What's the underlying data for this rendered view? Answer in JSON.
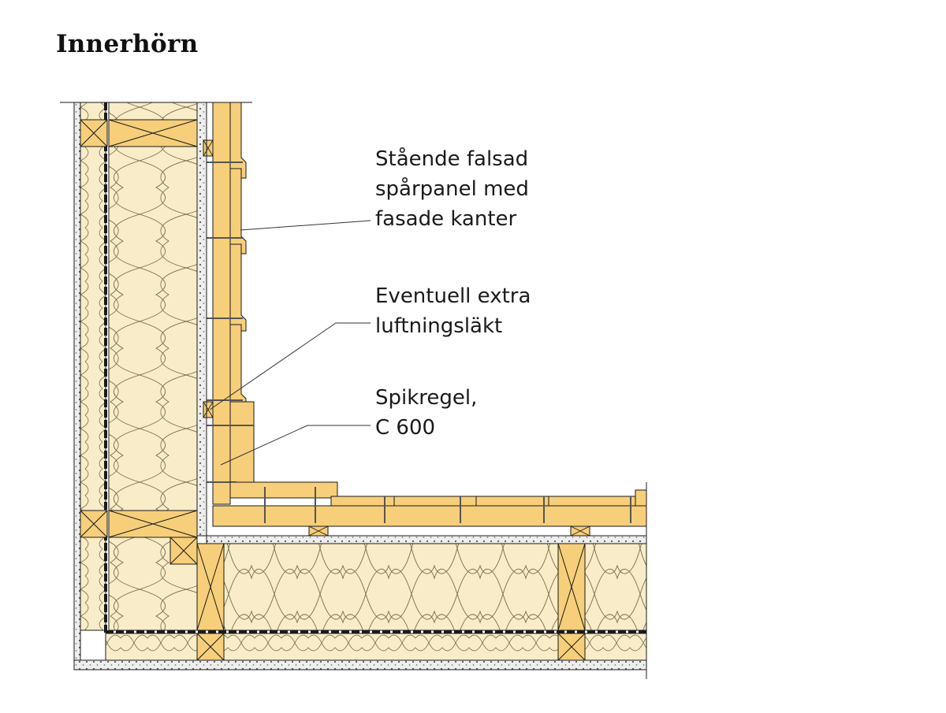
{
  "title": "Innerhörn",
  "labels": {
    "panel": [
      "Stående falsad",
      "spårpanel med",
      "fasade kanter"
    ],
    "extra_lath": [
      "Eventuell extra",
      "luftningsläkt"
    ],
    "nailing_batten": [
      "Spikregel,",
      "C 600"
    ]
  },
  "colors": {
    "wood": "#f7cf7a",
    "wood_dark": "#e9b55a",
    "insulation": "#f8edc8",
    "board": "#ececec",
    "line": "#1a1a1a"
  }
}
